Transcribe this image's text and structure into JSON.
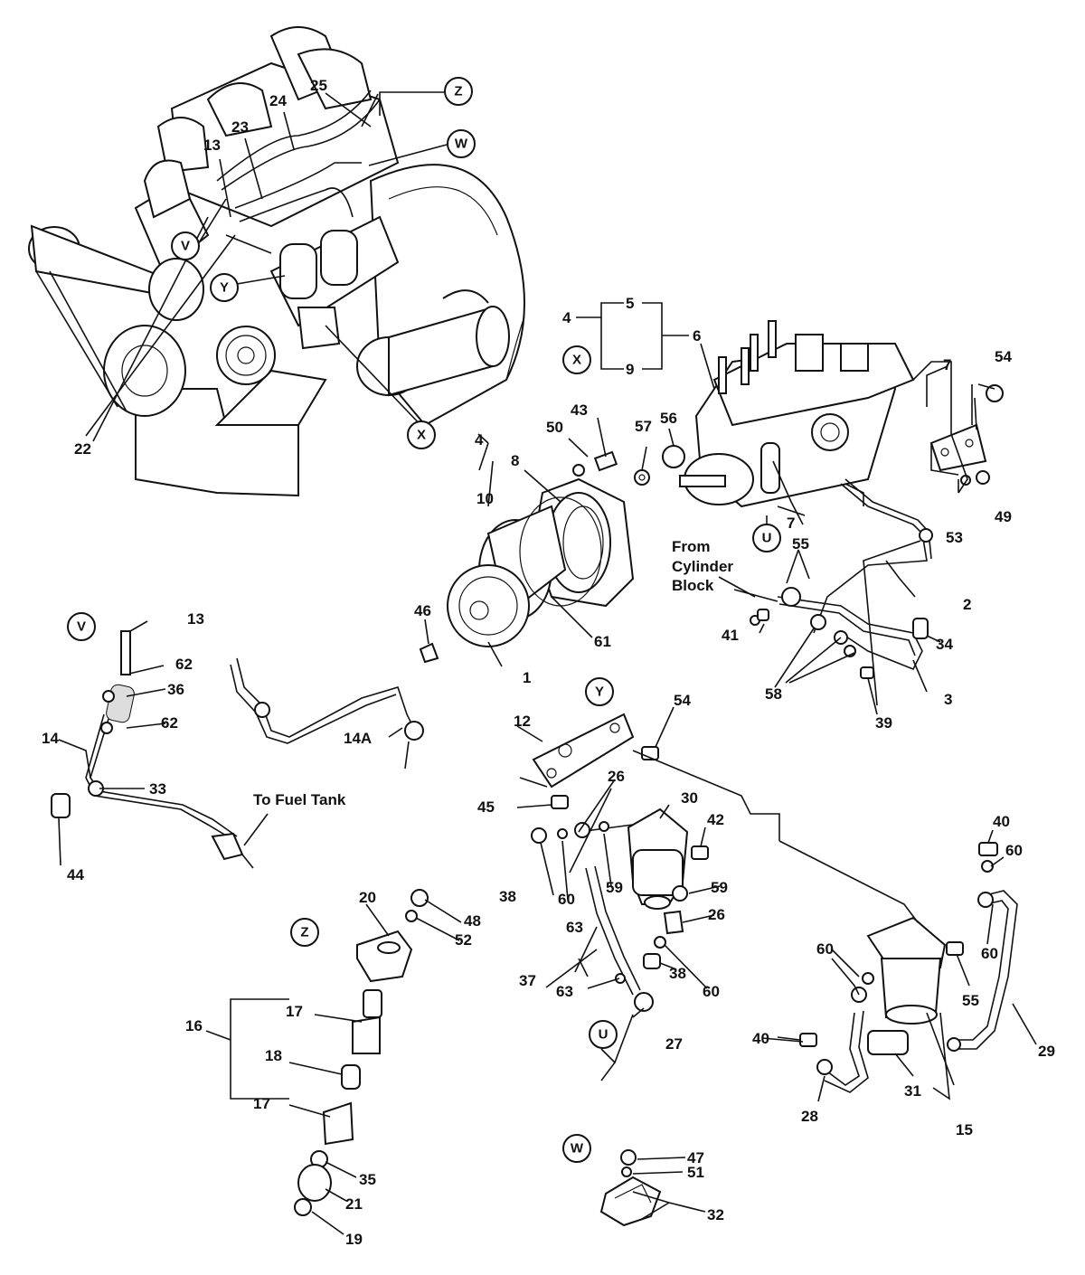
{
  "callouts": [
    "Z",
    "W",
    "V",
    "Y",
    "X",
    "X",
    "U",
    "V",
    "Y",
    "Z",
    "U",
    "W"
  ],
  "labels": [
    "22",
    "13",
    "23",
    "24",
    "25",
    "4",
    "5",
    "6",
    "9",
    "7",
    "54",
    "49",
    "53",
    "43",
    "50",
    "57",
    "56",
    "8",
    "10",
    "7",
    "2",
    "55",
    "41",
    "58",
    "34",
    "3",
    "39",
    "46",
    "1",
    "61",
    "13",
    "62",
    "36",
    "62",
    "14",
    "33",
    "44",
    "14A",
    "12",
    "54",
    "26",
    "30",
    "42",
    "45",
    "38",
    "60",
    "59",
    "59",
    "63",
    "37",
    "26",
    "60",
    "38",
    "63",
    "27",
    "40",
    "60",
    "60",
    "55",
    "60",
    "40",
    "29",
    "28",
    "31",
    "15",
    "20",
    "48",
    "52",
    "17",
    "16",
    "18",
    "17",
    "35",
    "21",
    "19",
    "47",
    "51",
    "32",
    "4"
  ],
  "notes": {
    "from_cylinder_block": [
      "From",
      "Cylinder",
      "Block"
    ],
    "to_fuel_tank": "To Fuel Tank"
  }
}
